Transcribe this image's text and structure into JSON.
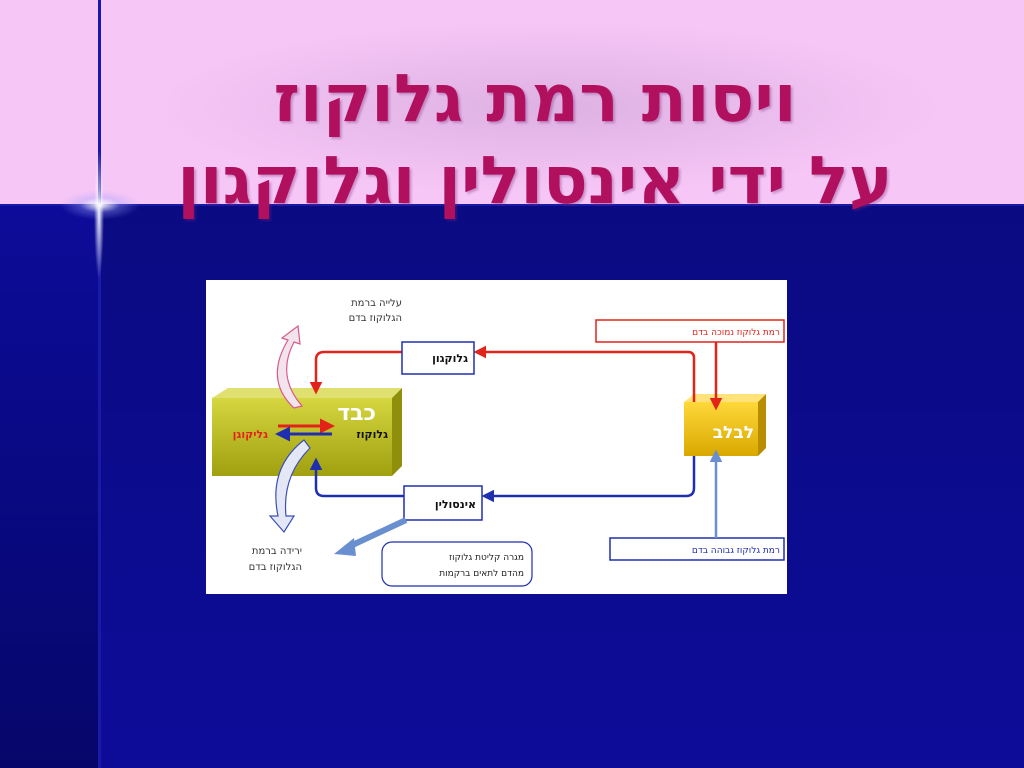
{
  "slide": {
    "title_line1": "ויסות רמת גלוקוז",
    "title_line2": "על ידי אינסולין וגלוקגון",
    "colors": {
      "header": "#f6c6f6",
      "background": "#0b0b8c",
      "title": "#b0105e"
    }
  },
  "diagram": {
    "liver_label": "כבד",
    "pancreas_label": "לבלב",
    "glycogen_label": "גליקוגן",
    "glucose_label": "גלוקוז",
    "glucagon_box": "גלוקגון",
    "insulin_box": "אינסולין",
    "low_glucose_box": "רמת גלוקוז נמוכה בדם",
    "high_glucose_box": "רמת גלוקוז גבוהה בדם",
    "rise_line1": "עלייה ברמת",
    "rise_line2": "הגלוקוז בדם",
    "drop_line1": "ירידה ברמת",
    "drop_line2": "הגלוקוז בדם",
    "uptake_line1": "מגרה קליטת גלוקוז",
    "uptake_line2": "מהדם לתאים ברקמות",
    "colors": {
      "red": "#e2231a",
      "blue": "#1f2fb0",
      "liver": "#b8b81a",
      "pancreas": "#e8c000"
    }
  }
}
